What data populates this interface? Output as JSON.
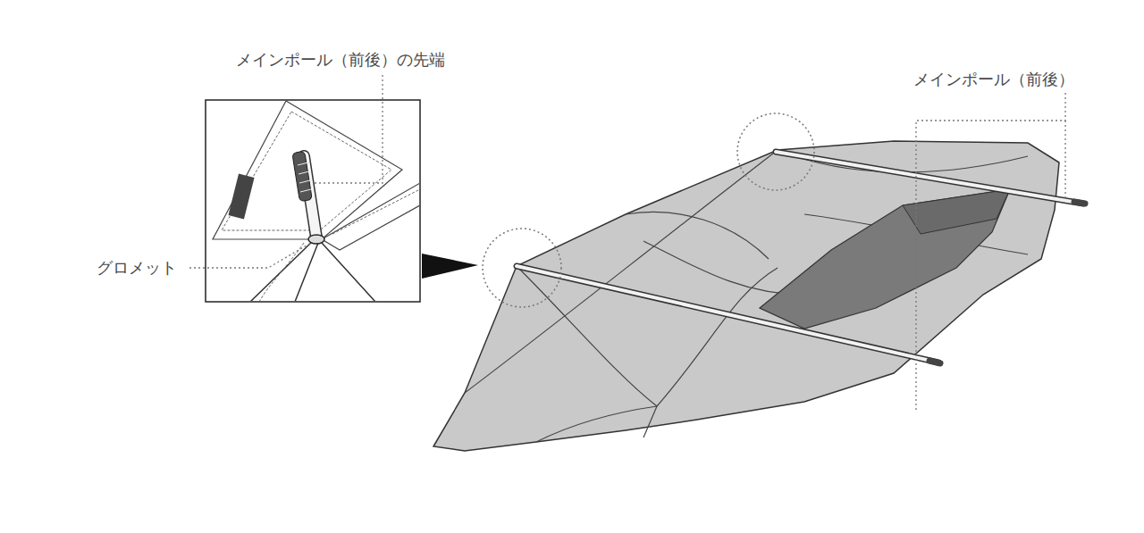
{
  "diagram": {
    "labels": [
      "メインポール（前後）の先端",
      "メインポール（前後）",
      "グロメット"
    ]
  }
}
